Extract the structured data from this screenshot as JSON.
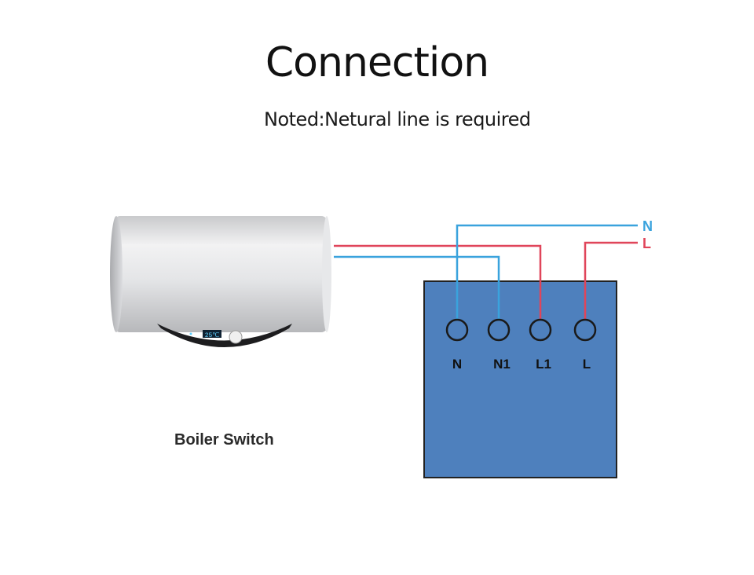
{
  "title": "Connection",
  "subtitle": "Noted:Netural line is required",
  "device_label": "Boiler Switch",
  "boiler_display": "25℃",
  "line_labels": {
    "neutral": "N",
    "live": "L"
  },
  "terminals": [
    "N",
    "N1",
    "L1",
    "L"
  ],
  "colors": {
    "neutral_wire": "#3aa3dd",
    "live_wire": "#e0455a",
    "switch_box": "#4e80bd",
    "switch_border": "#222222"
  },
  "icons": [
    "water-heater-icon",
    "terminal-screw-icon"
  ]
}
